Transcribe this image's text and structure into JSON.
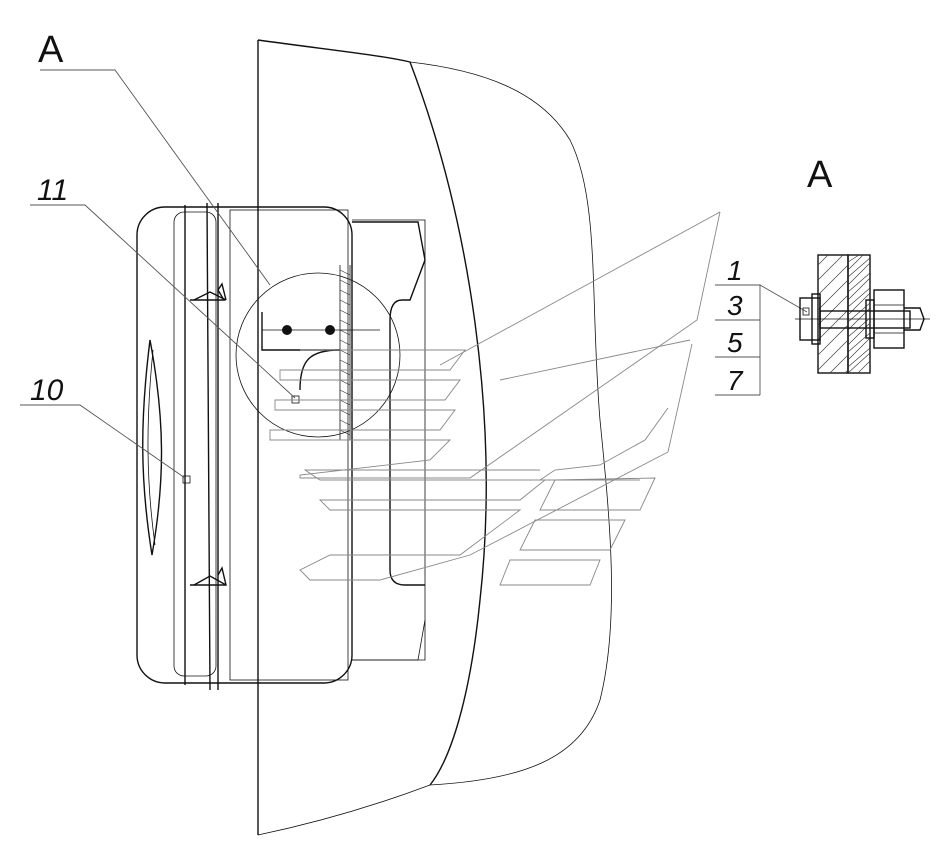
{
  "view_label": "A",
  "detail_title": "A",
  "callouts": {
    "c11": "11",
    "c10": "10",
    "c1": "1",
    "c3": "3",
    "c5": "5",
    "c7": "7"
  }
}
